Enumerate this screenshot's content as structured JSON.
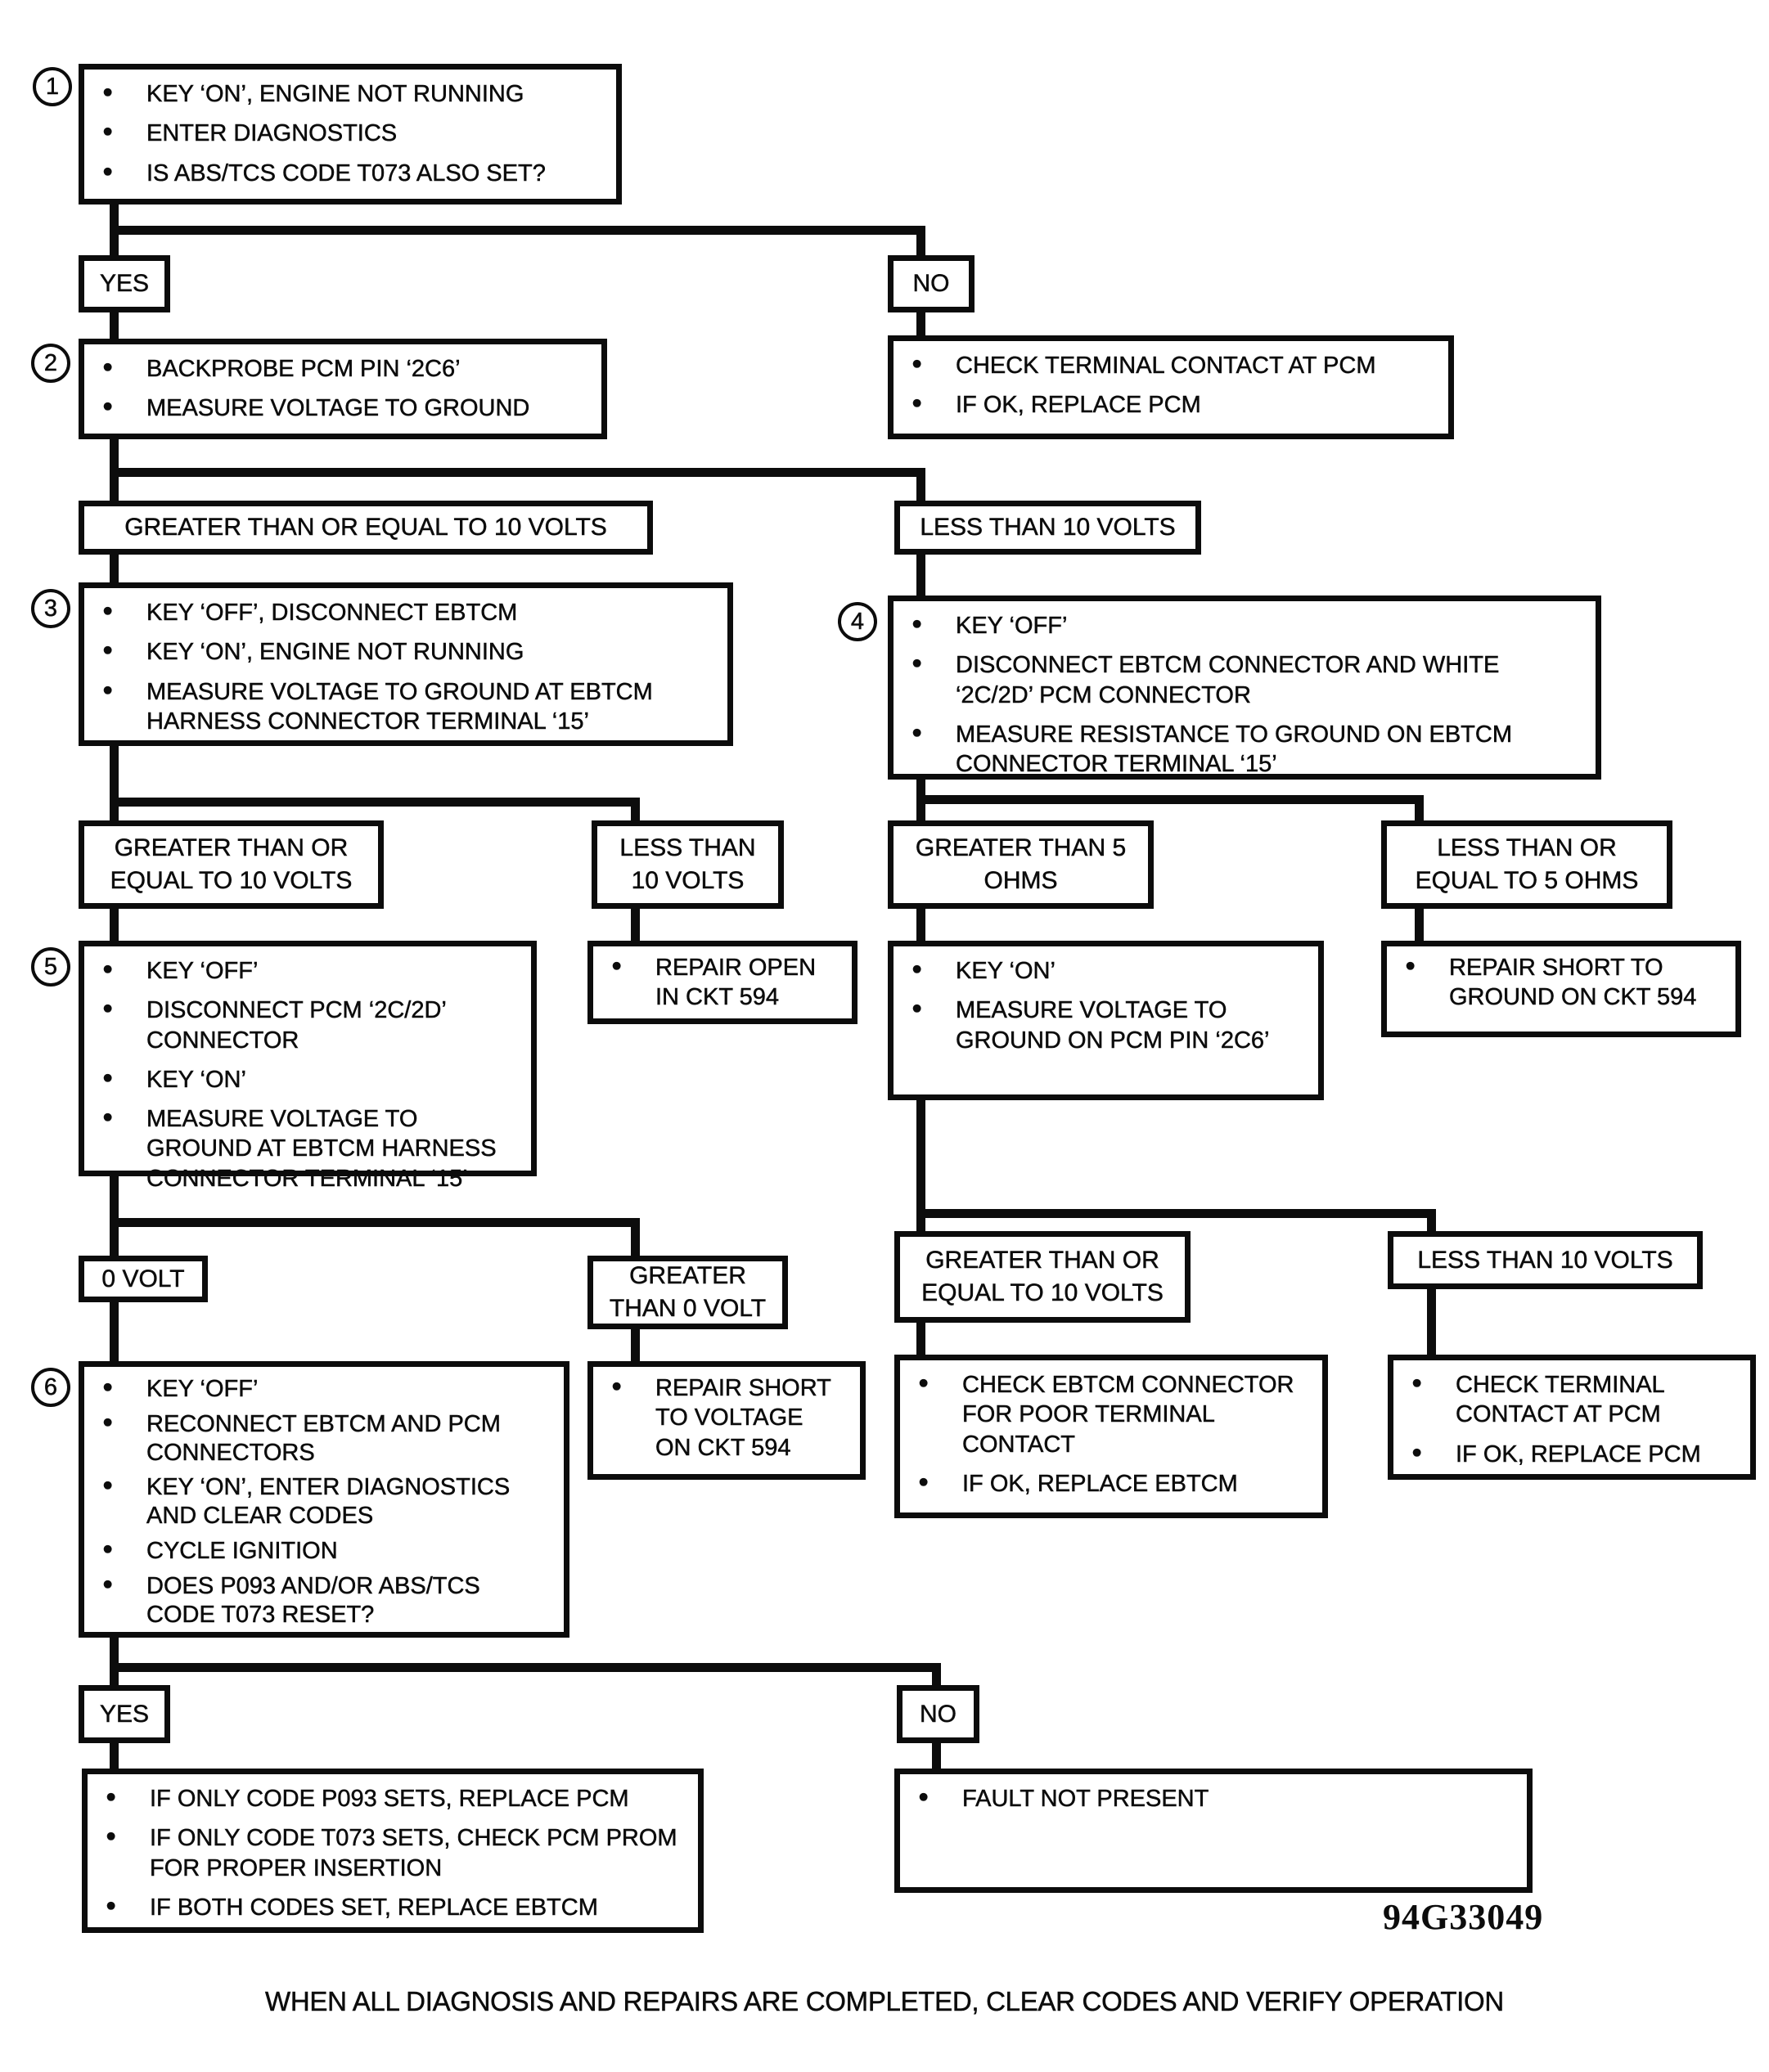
{
  "figure": {
    "code": "94G33049",
    "footer": "WHEN ALL DIAGNOSIS AND REPAIRS ARE COMPLETED, CLEAR CODES AND VERIFY OPERATION"
  },
  "steps": {
    "s1": "1",
    "s2": "2",
    "s3": "3",
    "s4": "4",
    "s5": "5",
    "s6": "6"
  },
  "nodes": {
    "box1": {
      "bullets": [
        "KEY ‘ON’, ENGINE NOT RUNNING",
        "ENTER DIAGNOSTICS",
        "IS ABS/TCS CODE T073 ALSO SET?"
      ]
    },
    "yes1": {
      "text": "YES"
    },
    "no1": {
      "text": "NO"
    },
    "box2": {
      "bullets": [
        "BACKPROBE PCM PIN ‘2C6’",
        "MEASURE VOLTAGE TO GROUND"
      ]
    },
    "check_terminal_pcm_top": {
      "bullets": [
        "CHECK TERMINAL CONTACT AT PCM",
        "IF OK, REPLACE PCM"
      ]
    },
    "ge10a": {
      "text": "GREATER THAN OR EQUAL TO 10 VOLTS"
    },
    "lt10a": {
      "text": "LESS THAN 10 VOLTS"
    },
    "box3": {
      "bullets": [
        "KEY ‘OFF’, DISCONNECT EBTCM",
        "KEY ‘ON’, ENGINE NOT RUNNING",
        "MEASURE VOLTAGE TO GROUND AT EBTCM HARNESS CONNECTOR TERMINAL ‘15’"
      ]
    },
    "box4": {
      "bullets": [
        "KEY ‘OFF’",
        "DISCONNECT EBTCM CONNECTOR AND WHITE ‘2C/2D’ PCM CONNECTOR",
        "MEASURE RESISTANCE TO GROUND ON EBTCM CONNECTOR TERMINAL ‘15’"
      ]
    },
    "ge10b": {
      "text": "GREATER THAN OR EQUAL TO 10 VOLTS"
    },
    "lt10b": {
      "text": "LESS THAN 10 VOLTS"
    },
    "gt5": {
      "text": "GREATER THAN 5 OHMS"
    },
    "le5": {
      "text": "LESS THAN OR EQUAL TO 5 OHMS"
    },
    "box5": {
      "bullets": [
        "KEY ‘OFF’",
        "DISCONNECT PCM ‘2C/2D’ CONNECTOR",
        "KEY ‘ON’",
        "MEASURE VOLTAGE TO GROUND AT EBTCM HARNESS CONNECTOR TERMINAL ‘15’"
      ]
    },
    "repair_open": {
      "bullets": [
        "REPAIR OPEN IN CKT 594"
      ]
    },
    "box4b": {
      "bullets": [
        "KEY ‘ON’",
        "MEASURE VOLTAGE TO GROUND ON PCM PIN ‘2C6’"
      ]
    },
    "repair_short_ground": {
      "bullets": [
        "REPAIR SHORT TO GROUND ON CKT 594"
      ]
    },
    "zero_volt": {
      "text": "0 VOLT"
    },
    "gt0": {
      "text": "GREATER THAN 0 VOLT"
    },
    "ge10c": {
      "text": "GREATER THAN OR EQUAL TO 10 VOLTS"
    },
    "lt10c": {
      "text": "LESS THAN 10 VOLTS"
    },
    "box6": {
      "bullets": [
        "KEY ‘OFF’",
        "RECONNECT EBTCM AND PCM CONNECTORS",
        "KEY ‘ON’, ENTER DIAGNOSTICS AND CLEAR CODES",
        "CYCLE IGNITION",
        "DOES P093 AND/OR ABS/TCS CODE T073 RESET?"
      ]
    },
    "repair_short_voltage": {
      "bullets": [
        "REPAIR SHORT TO VOLTAGE ON CKT 594"
      ]
    },
    "check_ebtcm_connector": {
      "bullets": [
        "CHECK EBTCM CONNECTOR FOR POOR TERMINAL CONTACT",
        "IF OK, REPLACE EBTCM"
      ]
    },
    "check_terminal_pcm_bottom": {
      "bullets": [
        "CHECK TERMINAL CONTACT AT PCM",
        "IF OK, REPLACE PCM"
      ]
    },
    "yes2": {
      "text": "YES"
    },
    "no2": {
      "text": "NO"
    },
    "final_yes": {
      "bullets": [
        "IF ONLY CODE P093 SETS, REPLACE PCM",
        "IF ONLY CODE T073 SETS, CHECK PCM PROM FOR PROPER INSERTION",
        "IF BOTH CODES SET, REPLACE EBTCM"
      ]
    },
    "fault_not_present": {
      "bullets": [
        "FAULT NOT PRESENT"
      ]
    }
  }
}
